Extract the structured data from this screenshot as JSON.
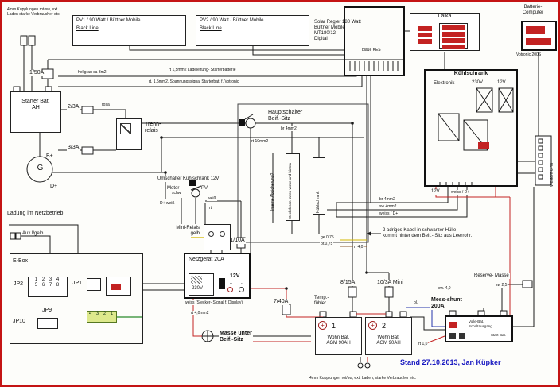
{
  "notes": {
    "top_left": "4mm Kupplungen rot/sw, ext. Laden starke Verbraucher etc.",
    "bottom": "4mm Kupplungen rot/sw, ext. Laden, starke Verbraucher etc.",
    "stand": "Stand 27.10.2013, Jan Küpker",
    "kabel": "2 adriges Kabel in schwarzer Hülle",
    "kabel2": "kommt hinter dem Beif.- Sitz aus Leerrohr.",
    "ladung": "Ladung im Netzbetrieb",
    "aux": "Aux l/gelb",
    "weiss_display": "weiss (Stecker- Signal f. Display)"
  },
  "pv1": {
    "title": "PV1 / 90 Watt / Büttner Mobile",
    "sub": "Black Line"
  },
  "pv2": {
    "title": "PV2 / 90 Watt / Büttner Mobile",
    "sub": "Black Line"
  },
  "solar": {
    "l1": "Solar Regler 180 Watt",
    "l2": "Büttner Mobile",
    "l3": "MT180/12",
    "l4": "Digital",
    "kes": "blaue KES"
  },
  "laika": {
    "title": "Laika"
  },
  "batcomp": {
    "t1": "Batterie-",
    "t2": "Computer",
    "model": "Votronic 200S"
  },
  "kuehl": {
    "title": "Kühlschrank",
    "sub": "Elektronik",
    "v230": "230V",
    "v12": "12V"
  },
  "western": {
    "label": "Western 6Pin"
  },
  "starter": {
    "l1": "Starter Bat.",
    "l2": "AH"
  },
  "gen": {
    "g": "G",
    "bplus": "B+",
    "dplus": "D+"
  },
  "trenn": {
    "l1": "Trenn-",
    "l2": "relais"
  },
  "haupt": {
    "l1": "Hauptschalter",
    "l2": "Beif.-Sitz",
    "wire": "br 4mm2"
  },
  "umschalter": {
    "title": "Umschalter Kühlschrank 12V",
    "motor": "Motor",
    "pv": "PV"
  },
  "minirelais": {
    "l1": "Mini-Relais",
    "l2": "gelb"
  },
  "netzgeraet": {
    "title": "Netzgerät 20A",
    "v230": "230V",
    "v12": "12V",
    "plus": "+",
    "minus": "-"
  },
  "masse": {
    "l1": "Masse unter",
    "l2": "Beif.-Sitz"
  },
  "bat1": {
    "num": "1",
    "l1": "Wohn Bat.",
    "l2": "AGM 90AH",
    "plus": "+"
  },
  "bat2": {
    "num": "2",
    "l1": "Wohn Bat.",
    "l2": "AGM 90AH",
    "plus": "+"
  },
  "shunt": {
    "l1": "Mess-shunt",
    "l2": "200A",
    "t1": "Volle-Bat.",
    "t2": "Schaltausgang",
    "t3": "Start-Bat."
  },
  "reserve": {
    "l1": "Reserve- Masse",
    "wire": "sw 2,5"
  },
  "temp": {
    "l1": "Temp.-",
    "l2": "fühler"
  },
  "ebox": {
    "title": "E-Box",
    "jp2": "JP2",
    "jp1": "JP1",
    "jp9": "JP9",
    "jp10": "JP10",
    "jp2r1": "1 2 3 4",
    "jp2r2": "5 6 7 8",
    "jp9pins": "4 3 2 1"
  },
  "fuses": {
    "f1": "1/50A",
    "f2": "2/3A",
    "f3": "3/3A",
    "f7": "7/40A",
    "f8": "8/15A",
    "f10": "10/3A Mini",
    "f11": "11/10A"
  },
  "wirelabels": {
    "hellgrau": "hellgrau ca 3m2",
    "lade": "rt 1,5mm2 Ladeleitung- Starterbatterie",
    "spannung": "rt. 1,5mm2, Spannungssignal Starterbat. f. Votronic",
    "rosa": "rosa",
    "rt10": "rt 10mm2",
    "br4": "br 4mm2",
    "sw4": "sw 4mm2",
    "weissd1": "weiss / D+",
    "weissd2": "weiss / D+",
    "v12": "12V",
    "ge": "ge 0,75",
    "br075": "br.0,75",
    "rt40": "rt 4,0",
    "rt40mm2": "rt 4,0mm2",
    "bl": "bl.",
    "sw40": "sw. 4,0",
    "rt10b": "rt 1,0",
    "schw": "schw",
    "dweiss": "D+ weiß",
    "weiss": "weiß",
    "rt": "rt"
  },
  "vertical": {
    "interne": "Interne Absicherung?",
    "steckdosen": "Steckdosen Innen vorne und hinten",
    "kuehl": "Kühlschrank"
  }
}
